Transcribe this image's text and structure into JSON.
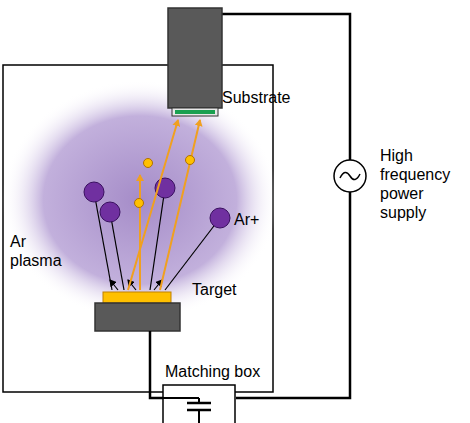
{
  "diagram": {
    "labels": [
      "Substrate",
      "High frequency power supply",
      "Ar plasma",
      "Ar+",
      "Target",
      "Matching box"
    ]
  }
}
